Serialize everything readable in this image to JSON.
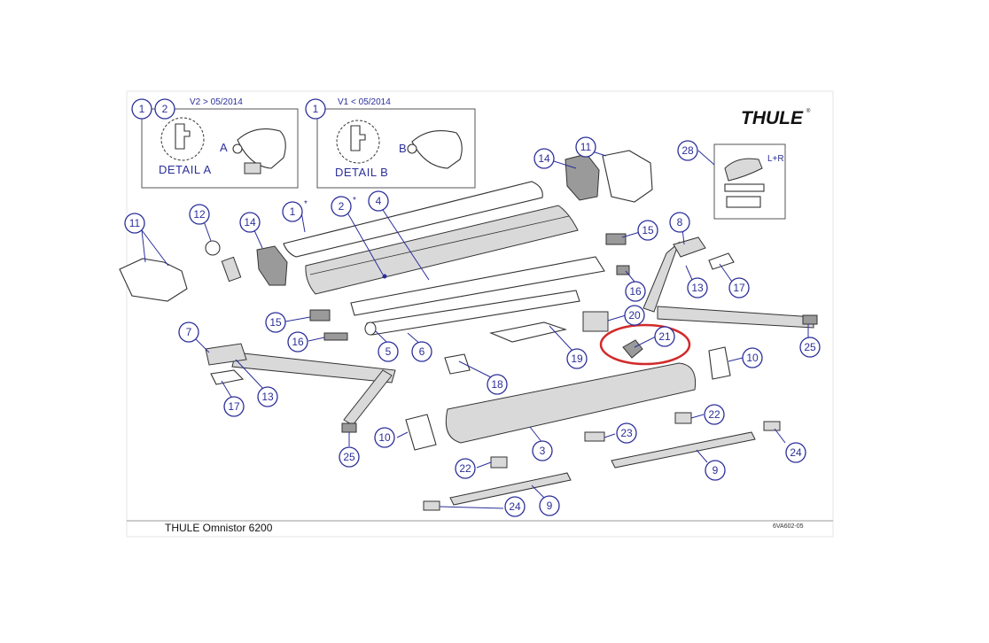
{
  "brand": {
    "logo_text": "THULE",
    "logo_mark": "®"
  },
  "footer": {
    "title": "THULE Omnistor 6200",
    "drawing_code": "6VA602-05"
  },
  "detail_boxes": {
    "v2": {
      "badges": [
        "1",
        "2"
      ],
      "version_label": "V2 > 05/2014",
      "detail_label": "DETAIL A",
      "letter": "A"
    },
    "v1": {
      "badges": [
        "1"
      ],
      "version_label": "V1 < 05/2014",
      "detail_label": "DETAIL B",
      "letter": "B"
    }
  },
  "kit_28": {
    "label": "L+R"
  },
  "callouts": [
    {
      "id": "1",
      "number": "1"
    },
    {
      "id": "2",
      "number": "2"
    },
    {
      "id": "4",
      "number": "4"
    },
    {
      "id": "11a",
      "number": "11"
    },
    {
      "id": "12",
      "number": "12"
    },
    {
      "id": "14a",
      "number": "14"
    },
    {
      "id": "14b",
      "number": "14"
    },
    {
      "id": "11b",
      "number": "11"
    },
    {
      "id": "28",
      "number": "28"
    },
    {
      "id": "15b",
      "number": "15"
    },
    {
      "id": "8",
      "number": "8"
    },
    {
      "id": "16b",
      "number": "16"
    },
    {
      "id": "13b",
      "number": "13"
    },
    {
      "id": "17b",
      "number": "17"
    },
    {
      "id": "15a",
      "number": "15"
    },
    {
      "id": "16a",
      "number": "16"
    },
    {
      "id": "5",
      "number": "5"
    },
    {
      "id": "6",
      "number": "6"
    },
    {
      "id": "19",
      "number": "19"
    },
    {
      "id": "20",
      "number": "20"
    },
    {
      "id": "21",
      "number": "21"
    },
    {
      "id": "25b",
      "number": "25"
    },
    {
      "id": "7",
      "number": "7"
    },
    {
      "id": "13a",
      "number": "13"
    },
    {
      "id": "17a",
      "number": "17"
    },
    {
      "id": "18",
      "number": "18"
    },
    {
      "id": "10b",
      "number": "10"
    },
    {
      "id": "10a",
      "number": "10"
    },
    {
      "id": "25a",
      "number": "25"
    },
    {
      "id": "3",
      "number": "3"
    },
    {
      "id": "22b",
      "number": "22"
    },
    {
      "id": "23",
      "number": "23"
    },
    {
      "id": "24b",
      "number": "24"
    },
    {
      "id": "22a",
      "number": "22"
    },
    {
      "id": "9b",
      "number": "9"
    },
    {
      "id": "24a",
      "number": "24"
    },
    {
      "id": "9a",
      "number": "9"
    }
  ],
  "annotations": {
    "star_1": "*",
    "star_2": "*"
  },
  "colors": {
    "callout": "#2b2f9a",
    "highlight": "#d12a2a",
    "line": "#333333"
  }
}
